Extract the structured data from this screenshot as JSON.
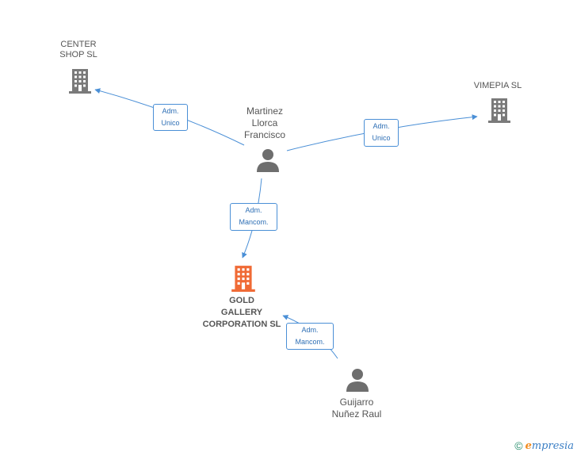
{
  "nodes": {
    "center_shop": {
      "label_line1": "CENTER",
      "label_line2": "SHOP SL",
      "icon": "building-icon",
      "color": "#7a7a7a"
    },
    "vimepia": {
      "label": "VIMEPIA SL",
      "icon": "building-icon",
      "color": "#7a7a7a"
    },
    "martinez": {
      "label_line1": "Martinez",
      "label_line2": "Llorca",
      "label_line3": "Francisco",
      "icon": "person-icon",
      "color": "#6e6e6e"
    },
    "gold": {
      "label_line1": "GOLD",
      "label_line2": "GALLERY",
      "label_line3": "CORPORATION SL",
      "icon": "building-icon",
      "color": "#f06a35"
    },
    "guijarro": {
      "label_line1": "Guijarro",
      "label_line2": "Nuñez Raul",
      "icon": "person-icon",
      "color": "#6e6e6e"
    }
  },
  "edges": {
    "to_center_shop": {
      "line1": "Adm.",
      "line2": "Unico"
    },
    "to_vimepia": {
      "line1": "Adm.",
      "line2": "Unico"
    },
    "martinez_to_gold": {
      "line1": "Adm.",
      "line2": "Mancom."
    },
    "guijarro_to_gold": {
      "line1": "Adm.",
      "line2": "Mancom."
    }
  },
  "colors": {
    "edge": "#4a8fd6"
  },
  "brand": {
    "copyright": "©",
    "first_letter": "e",
    "rest": "mpresia"
  }
}
